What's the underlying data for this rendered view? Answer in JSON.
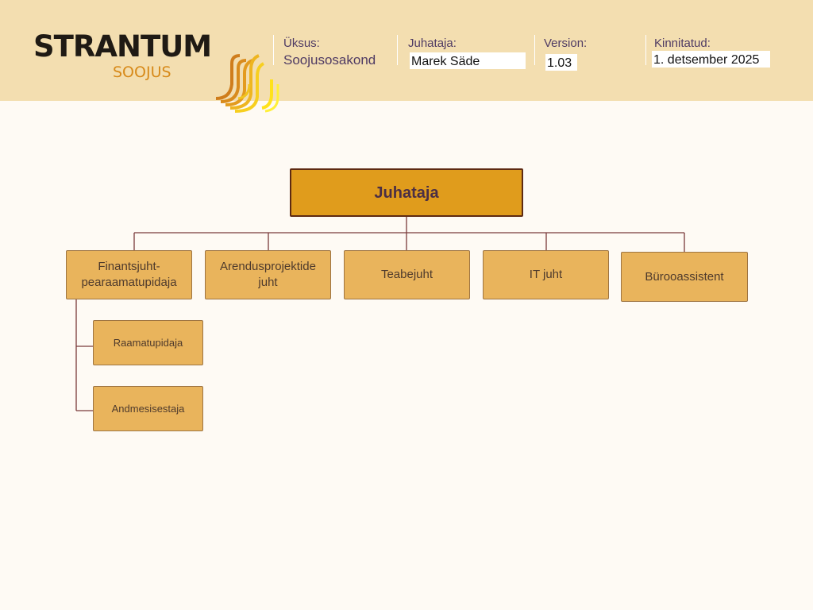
{
  "header": {
    "logo": {
      "main": "STRANTUM",
      "sub": "SOOJUS"
    },
    "unit": {
      "label": "Üksus:",
      "value": "Soojusosakond"
    },
    "manager": {
      "label": "Juhataja:",
      "value": "Marek Säde"
    },
    "version": {
      "label": "Version:",
      "value": "1.03"
    },
    "approved": {
      "label": "Kinnitatud:",
      "value": "1. detsember 2025"
    }
  },
  "org_chart": {
    "root": {
      "label": "Juhataja"
    },
    "children": [
      {
        "label": "Finantsjuht-pearaamatupidaja",
        "line1": "Finantsjuht-",
        "line2": "pearaamatupidaja",
        "children": [
          {
            "label": "Raamatupidaja"
          },
          {
            "label": "Andmesisestaja"
          }
        ]
      },
      {
        "label": "Arendusprojektide juht",
        "line1": "Arendusprojektide",
        "line2": "juht"
      },
      {
        "label": "Teabejuht"
      },
      {
        "label": "IT juht"
      },
      {
        "label": "Bürooassistent"
      }
    ]
  },
  "colors": {
    "header_bg": "#f3deb0",
    "page_bg": "#fefaf4",
    "root_fill": "#e09c1c",
    "node_fill": "#e9b45c",
    "connector": "#7a3a3a",
    "label_text": "#4e3a63"
  }
}
